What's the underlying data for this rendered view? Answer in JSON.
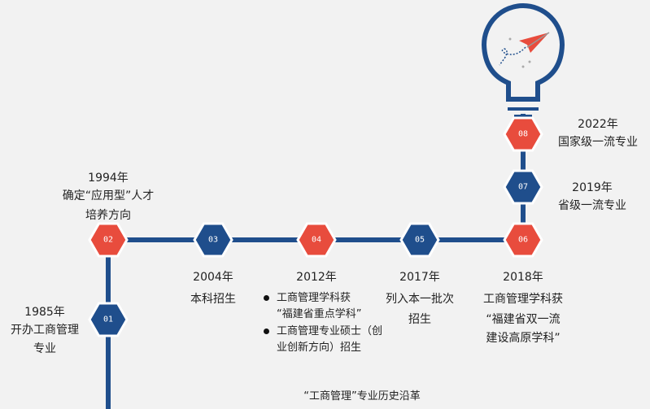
{
  "colors": {
    "blue": "#1f4e8c",
    "red": "#e84c3d",
    "background": "#f2f2f2"
  },
  "nodes": [
    {
      "label": "01",
      "color": "blue"
    },
    {
      "label": "02",
      "color": "red"
    },
    {
      "label": "03",
      "color": "blue"
    },
    {
      "label": "04",
      "color": "red"
    },
    {
      "label": "05",
      "color": "blue"
    },
    {
      "label": "06",
      "color": "red"
    },
    {
      "label": "07",
      "color": "blue"
    },
    {
      "label": "08",
      "color": "red"
    }
  ],
  "events": {
    "e1985": {
      "year": "1985年",
      "lines": [
        "开办工商管理",
        "专业"
      ]
    },
    "e1994": {
      "year": "1994年",
      "lines": [
        "确定“应用型”人才",
        "培养方向"
      ]
    },
    "e2004": {
      "year": "2004年",
      "lines": [
        "本科招生"
      ]
    },
    "e2012": {
      "year": "2012年",
      "bullets": [
        [
          "工商管理学科获",
          "“福建省重点学科”"
        ],
        [
          "工商管理专业硕士（创",
          "业创新方向）招生"
        ]
      ]
    },
    "e2017": {
      "year": "2017年",
      "lines": [
        "列入本一批次",
        "招生"
      ]
    },
    "e2018": {
      "year": "2018年",
      "lines": [
        "工商管理学科获",
        "“福建省双一流",
        "建设高原学科”"
      ]
    },
    "e2019": {
      "year": "2019年",
      "lines": [
        "省级一流专业"
      ]
    },
    "e2022": {
      "year": "2022年",
      "lines": [
        "国家级一流专业"
      ]
    }
  },
  "caption": "“工商管理”专业历史沿革",
  "icons": [
    "lightbulb-icon",
    "paper-plane-icon"
  ]
}
